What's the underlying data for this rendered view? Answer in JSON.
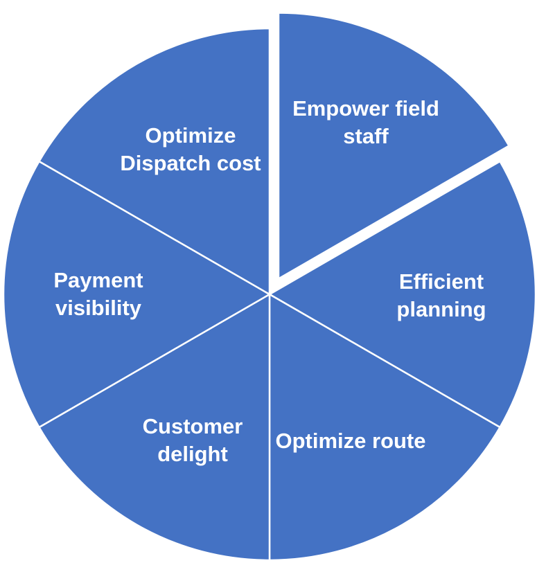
{
  "diagram": {
    "type": "segmented-circle",
    "fill_color": "#4472C4",
    "divider_color": "#FFFFFF",
    "exploded_segment_index": 0,
    "segments": [
      {
        "label_lines": [
          "Empower field",
          "staff"
        ]
      },
      {
        "label_lines": [
          "Efficient",
          "planning"
        ]
      },
      {
        "label_lines": [
          "Optimize route"
        ]
      },
      {
        "label_lines": [
          "Customer",
          "delight"
        ]
      },
      {
        "label_lines": [
          "Payment",
          "visibility"
        ]
      },
      {
        "label_lines": [
          "Optimize",
          "Dispatch cost"
        ]
      }
    ]
  }
}
